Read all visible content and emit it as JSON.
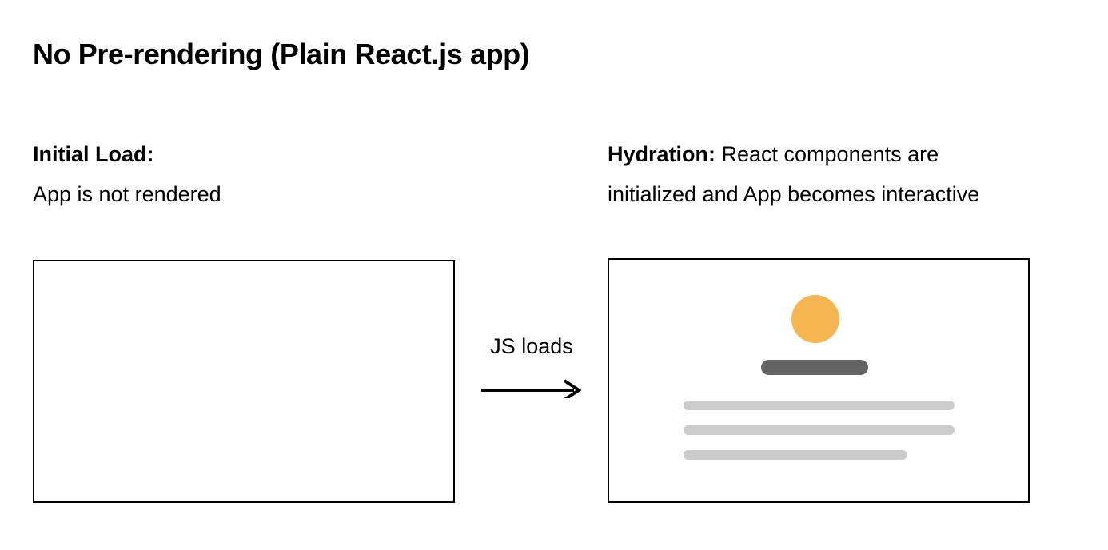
{
  "title": "No Pre-rendering (Plain React.js app)",
  "columns": {
    "left": {
      "lead": "Initial Load:",
      "body": "App is not rendered",
      "frame_name": "empty-browser-frame"
    },
    "right": {
      "lead": "Hydration:",
      "body_inline": " React components are",
      "body_second_line": "initialized and App becomes interactive",
      "frame_name": "hydrated-browser-frame"
    }
  },
  "transition": {
    "label": "JS loads",
    "arrow_icon": "arrow-right-icon"
  },
  "skeleton": {
    "avatar_icon": "avatar-circle-placeholder",
    "heading_placeholder": "heading-bar-placeholder",
    "text_placeholders": [
      "text-line-placeholder-1",
      "text-line-placeholder-2",
      "text-line-placeholder-3"
    ]
  },
  "colors": {
    "accent_orange": "#F5B551",
    "heading_gray": "#636363",
    "text_gray": "#CCCCCC",
    "frame_border": "#000000",
    "background": "#FFFFFF",
    "foreground": "#000000"
  }
}
